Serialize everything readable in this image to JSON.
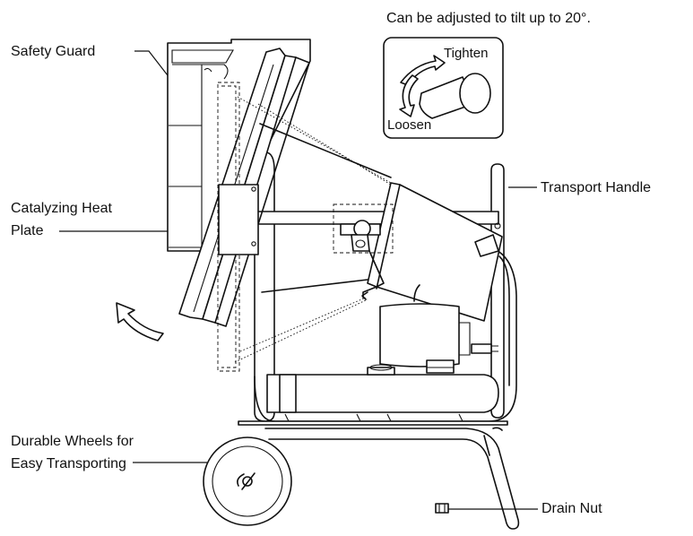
{
  "labels": {
    "tilt_note": "Can be adjusted to tilt up to 20°.",
    "safety_guard": "Safety Guard",
    "catalyzing_line1": "Catalyzing Heat",
    "catalyzing_line2": "Plate",
    "transport_handle": "Transport Handle",
    "wheels_line1": "Durable Wheels for",
    "wheels_line2": "Easy Transporting",
    "drain_nut": "Drain Nut"
  },
  "knob_detail": {
    "tighten": "Tighten",
    "loosen": "Loosen"
  }
}
